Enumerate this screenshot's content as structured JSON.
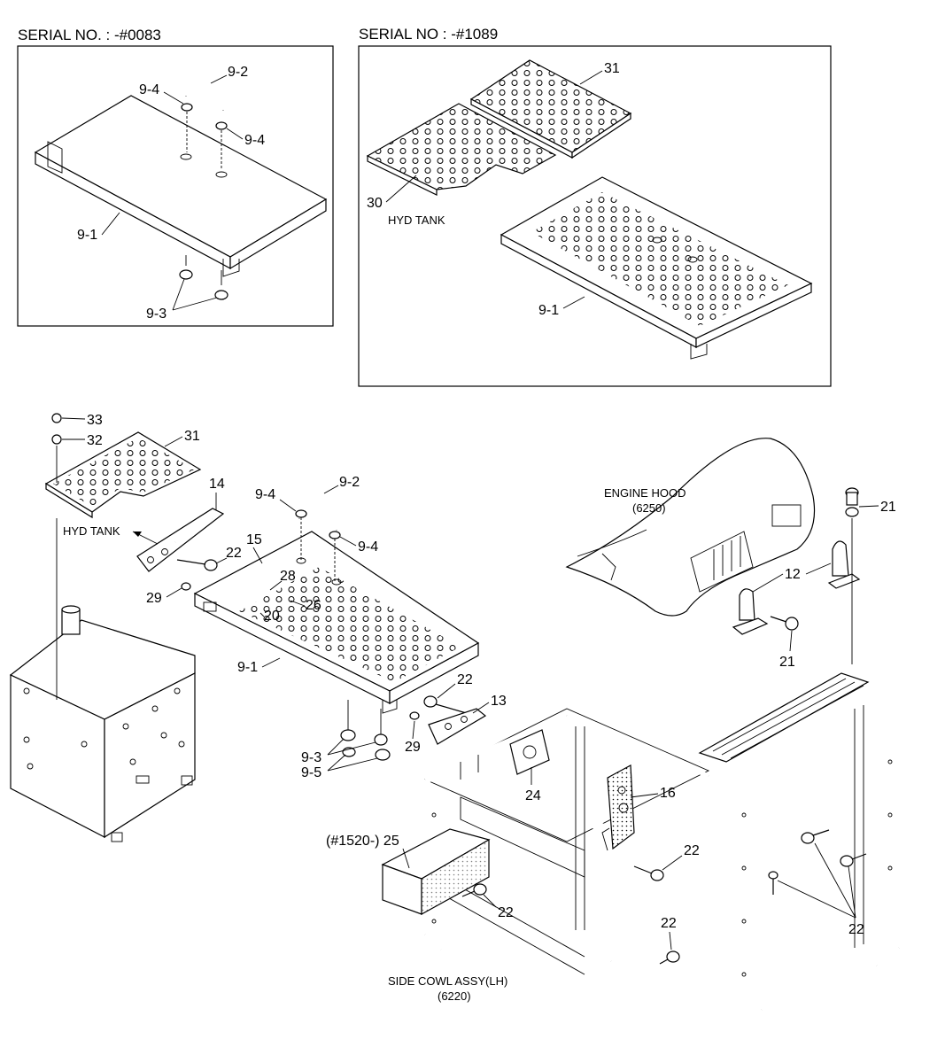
{
  "headers": {
    "serial_left": "SERIAL NO. : -#0083",
    "serial_right": "SERIAL NO : -#1089"
  },
  "captions": {
    "hyd_tank_inset": "HYD TANK",
    "hyd_tank_main": "HYD TANK",
    "engine_hood": "ENGINE HOOD",
    "engine_hood_code": "(6250)",
    "side_cowl": "SIDE COWL ASSY(LH)",
    "side_cowl_code": "(6220)"
  },
  "callouts": {
    "l_9_2": "9-2",
    "l_9_4a": "9-4",
    "l_9_4b": "9-4",
    "l_9_1": "9-1",
    "l_9_3": "9-3",
    "r_31": "31",
    "r_30": "30",
    "r_9_1": "9-1",
    "m_33": "33",
    "m_32": "32",
    "m_31": "31",
    "m_14": "14",
    "m_9_4a": "9-4",
    "m_9_2": "9-2",
    "m_9_4b": "9-4",
    "m_15": "15",
    "m_22a": "22",
    "m_28": "28",
    "m_29a": "29",
    "m_26": "26",
    "m_20": "20",
    "m_9_1": "9-1",
    "m_22b": "22",
    "m_13": "13",
    "m_29b": "29",
    "m_9_3": "9-3",
    "m_9_5": "9-5",
    "m_24": "24",
    "m_16": "16",
    "m_22c": "22",
    "m_25": "(#1520-) 25",
    "m_22d": "22",
    "m_22e": "22",
    "m_22f": "22",
    "m_21a": "21",
    "m_12": "12",
    "m_21b": "21"
  }
}
